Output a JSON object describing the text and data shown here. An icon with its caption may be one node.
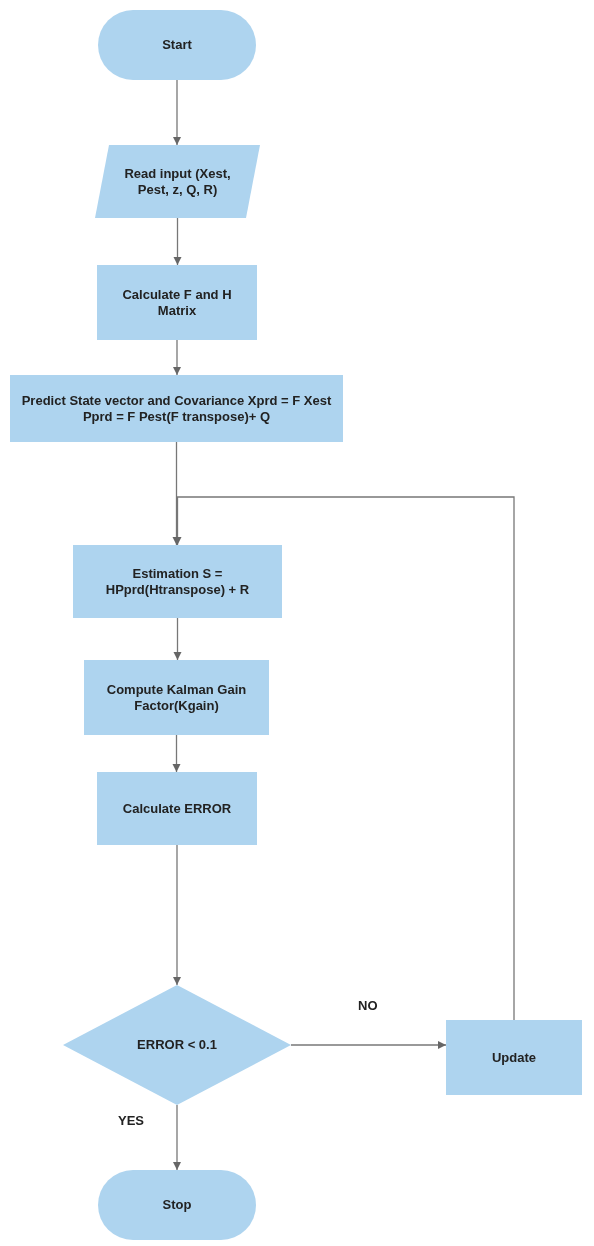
{
  "diagram": {
    "nodes": [
      {
        "text": [
          "Start"
        ]
      },
      {
        "text": [
          "Read input (Xest, Pest, z, Q, R)"
        ]
      },
      {
        "text": [
          "Calculate F and H Matrix"
        ]
      },
      {
        "text": [
          "Predict State vector and Covariance Xprd = F Xest Pprd = F Pest(F transpose)+ Q"
        ]
      },
      {
        "text": [
          "Estimation S = HPprd(Htranspose) + R"
        ]
      },
      {
        "text": [
          "Compute Kalman Gain Factor(Kgain)"
        ]
      },
      {
        "text": [
          "Calculate ERROR"
        ]
      },
      {
        "text": [
          "ERROR < 0.1"
        ]
      },
      {
        "text": [
          "Update"
        ]
      },
      {
        "text": [
          "Stop"
        ]
      }
    ],
    "edges": [
      {
        "from": 0,
        "to": 1,
        "arrow": "to"
      },
      {
        "from": 1,
        "to": 2,
        "arrow": "to"
      },
      {
        "from": 2,
        "to": 3,
        "arrow": "to"
      },
      {
        "from": 3,
        "to": 4,
        "arrow": "to"
      },
      {
        "from": 4,
        "to": 5,
        "arrow": "to"
      },
      {
        "from": 5,
        "to": 6,
        "arrow": "to"
      },
      {
        "from": 6,
        "to": 7,
        "arrow": "to"
      },
      {
        "from": 7,
        "to": 8,
        "arrow": "to",
        "label": "NO"
      },
      {
        "from": 8,
        "to": 4,
        "arrow": "to"
      },
      {
        "from": 7,
        "to": 9,
        "arrow": "to",
        "label": "YES"
      }
    ]
  }
}
